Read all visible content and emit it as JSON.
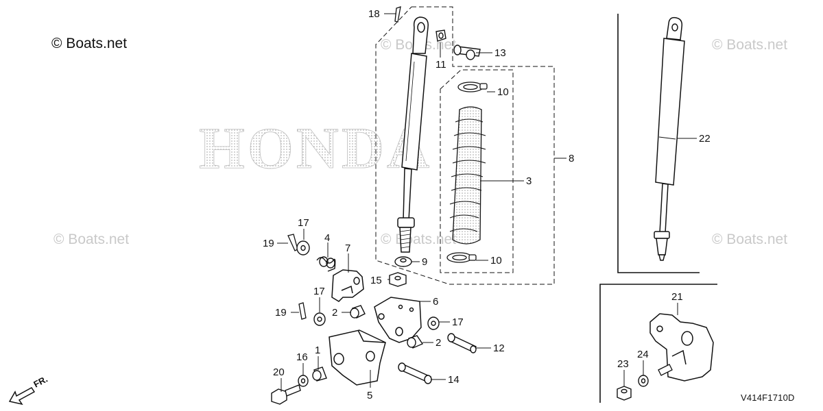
{
  "copyright": "© Boats.net",
  "watermarks": [
    "© Boats.net",
    "© Boats.net",
    "© Boats.net",
    "© Boats.net",
    "© Boats.net"
  ],
  "logo_text": "HONDA",
  "direction_label": "FR.",
  "diagram_code": "V414F1710D",
  "callouts": [
    "18",
    "11",
    "13",
    "10",
    "8",
    "3",
    "22",
    "17",
    "19",
    "4",
    "7",
    "9",
    "15",
    "10",
    "17",
    "19",
    "2",
    "6",
    "17",
    "2",
    "12",
    "21",
    "20",
    "16",
    "1",
    "5",
    "14",
    "23",
    "24"
  ],
  "colors": {
    "lines": "#111111",
    "watermark": "#c9c9c9",
    "logo_dots": "#b5b5b5"
  }
}
